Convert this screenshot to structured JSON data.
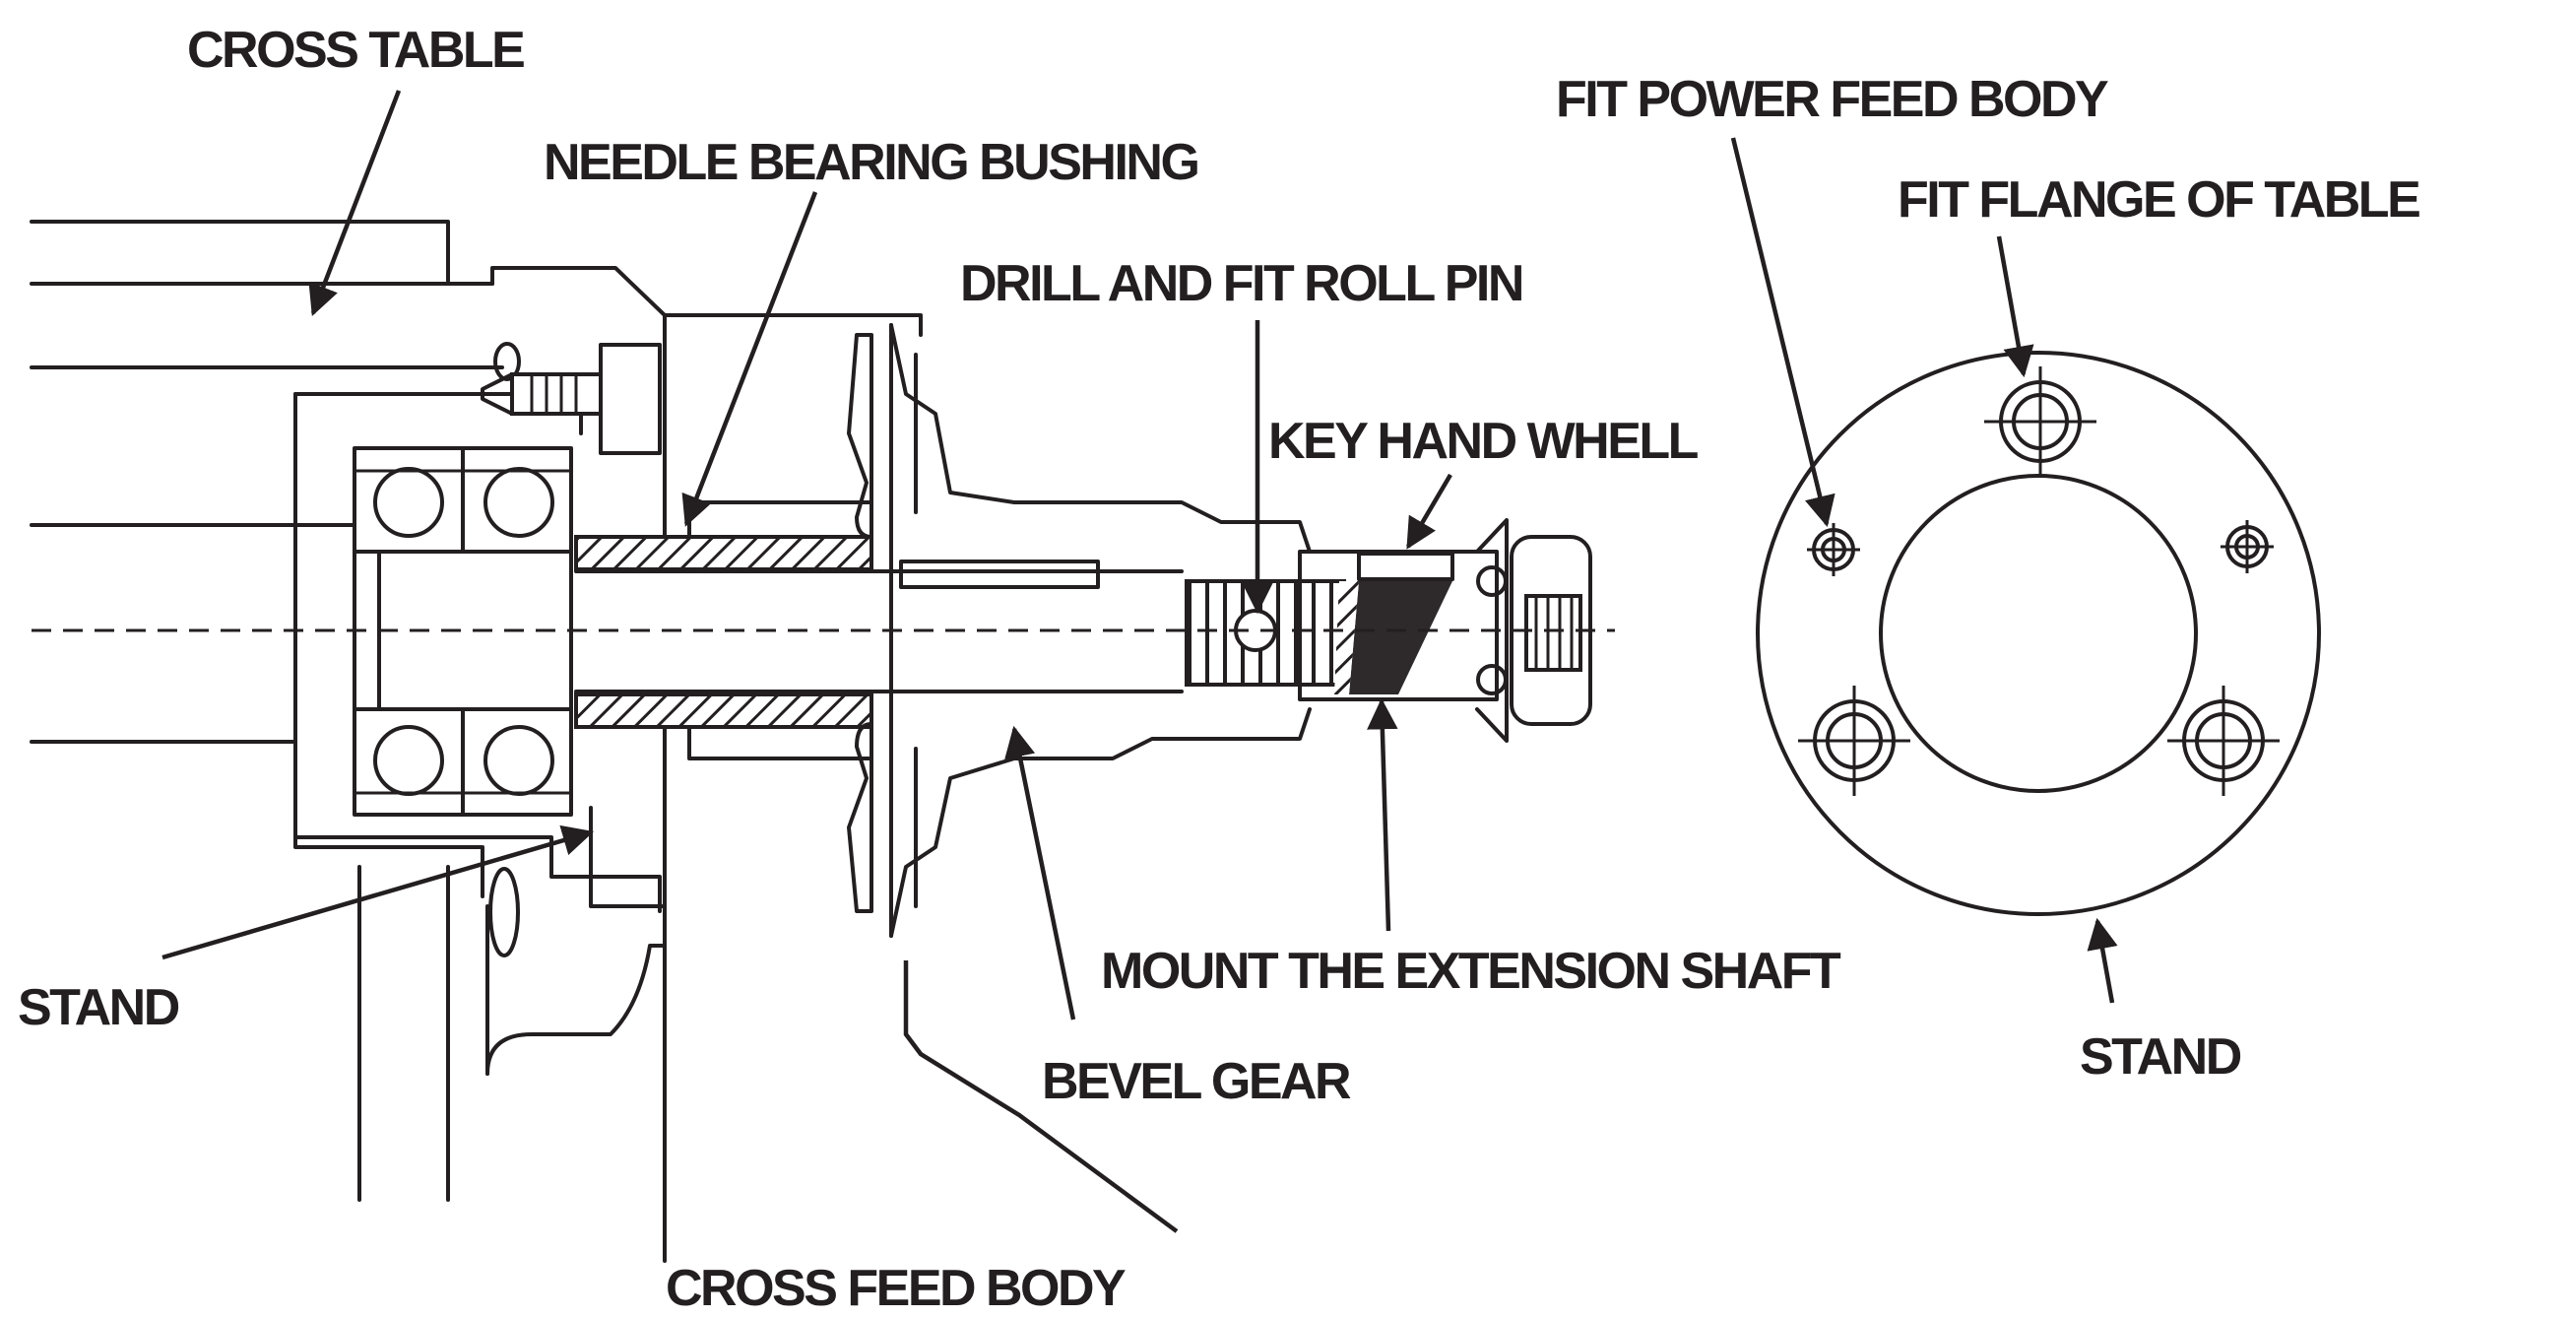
{
  "labels": {
    "cross_table": "CROSS TABLE",
    "needle_bearing_bushing": "NEEDLE BEARING BUSHING",
    "drill_and_fit_roll_pin": "DRILL AND FIT ROLL PIN",
    "key_hand_whell": "KEY HAND WHELL",
    "fit_power_feed_body": "FIT POWER FEED BODY",
    "fit_flange_of_table": "FIT FLANGE OF TABLE",
    "stand_left": "STAND",
    "mount_the_extension_shaft": "MOUNT THE EXTENSION SHAFT",
    "stand_right": "STAND",
    "bevel_gear": "BEVEL GEAR",
    "cross_feed_body": "CROSS FEED BODY"
  },
  "colors": {
    "ink": "#231f20",
    "background": "#ffffff"
  },
  "icons": {
    "arrowhead": "arrowhead-icon"
  }
}
